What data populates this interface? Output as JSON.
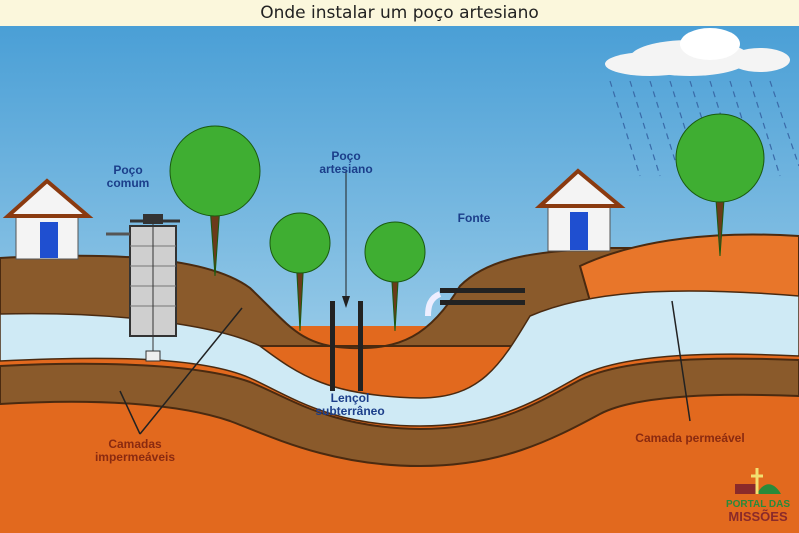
{
  "title": "Onde instalar um poço artesiano",
  "labels": {
    "poco_comum": "Poço comum",
    "poco_artesiano": "Poço artesiano",
    "fonte": "Fonte",
    "lencol": "Lençol subterrâneo",
    "camadas_impermeaveis": "Camadas impermeáveis",
    "camada_permeavel": "Camada permeável"
  },
  "logo": {
    "line1": "PORTAL DAS",
    "line2": "MISSÕES"
  },
  "colors": {
    "sky_top": "#4a9fd6",
    "sky_bottom": "#c4e3f2",
    "soil_brown": "#8a5a2b",
    "water": "#cfeaf5",
    "orange": "#e2691e",
    "tree": "#3fae32"
  }
}
